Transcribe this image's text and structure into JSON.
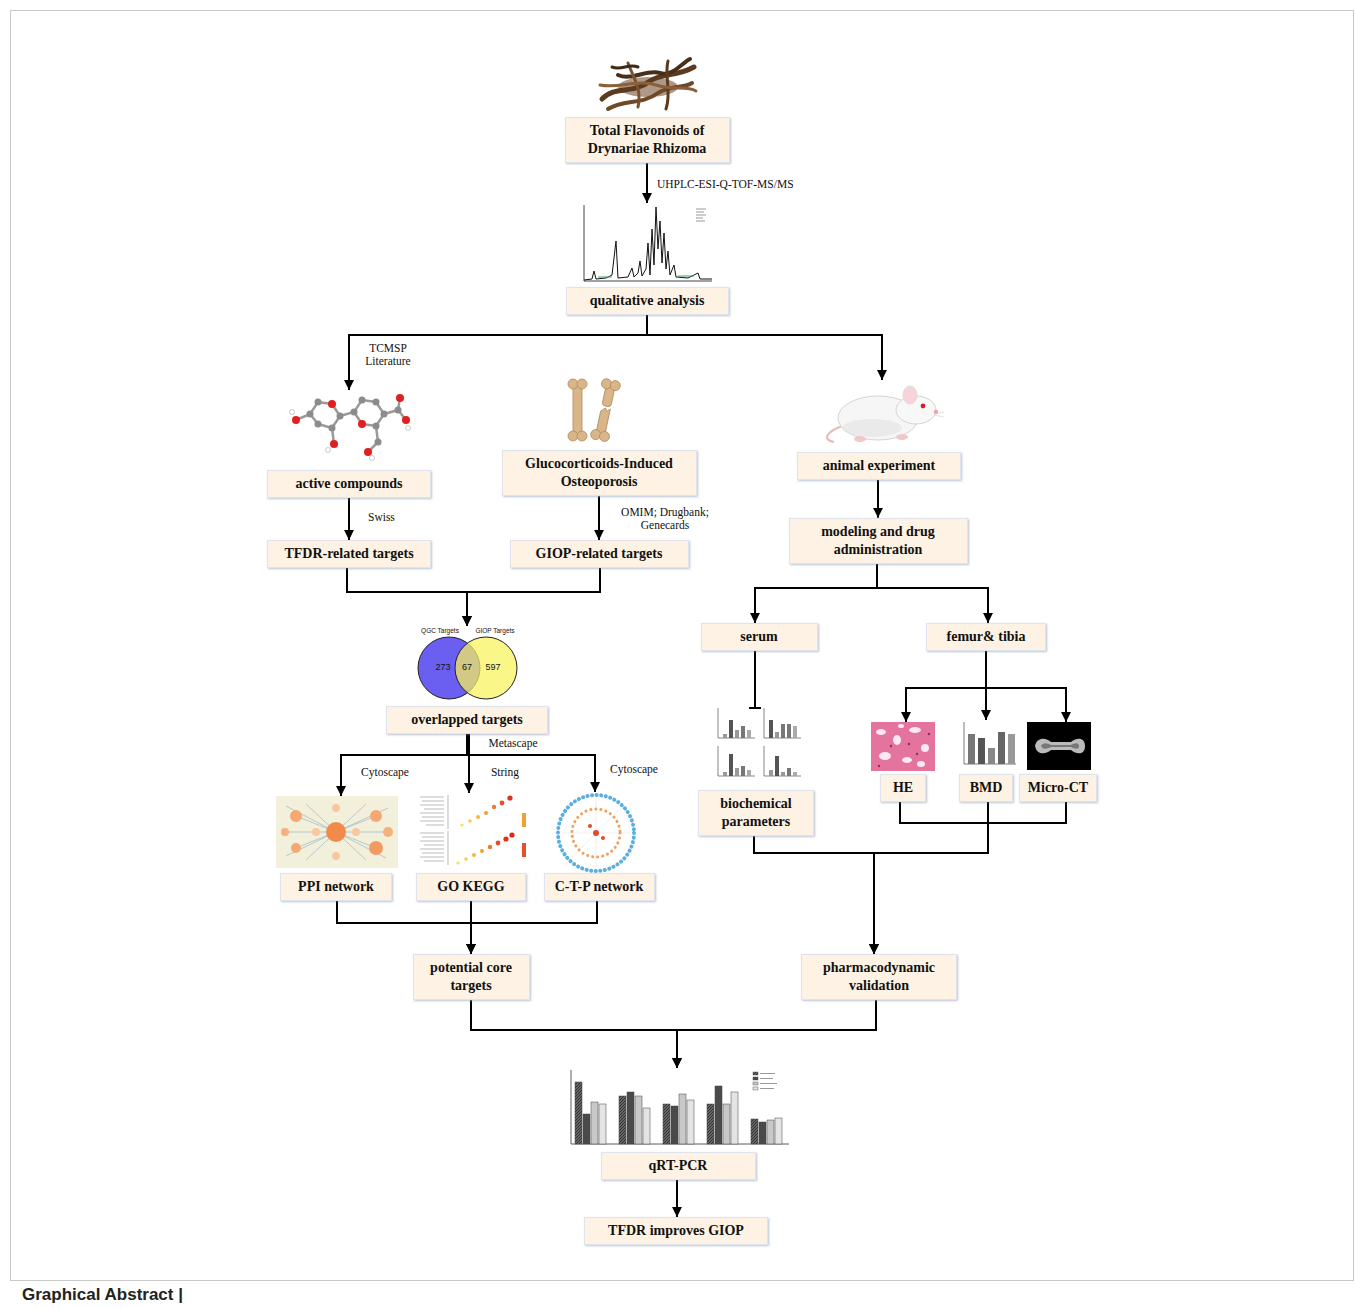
{
  "diagram": {
    "caption": "Graphical Abstract |",
    "nodes": [
      {
        "text": [
          "Total Flavonoids of Drynariae Rhizoma"
        ]
      },
      {
        "text": [
          "qualitative analysis"
        ]
      },
      {
        "text": [
          "active compounds"
        ]
      },
      {
        "text": [
          "Glucocorticoids-Induced Osteoporosis"
        ]
      },
      {
        "text": [
          "animal experiment"
        ]
      },
      {
        "text": [
          "TFDR-related targets"
        ]
      },
      {
        "text": [
          "GIOP-related targets"
        ]
      },
      {
        "text": [
          "modeling and drug administration"
        ]
      },
      {
        "text": [
          "overlapped targets"
        ]
      },
      {
        "text": [
          "serum"
        ]
      },
      {
        "text": [
          "femur& tibia"
        ]
      },
      {
        "text": [
          "PPI network"
        ]
      },
      {
        "text": [
          "GO KEGG"
        ]
      },
      {
        "text": [
          "C-T-P network"
        ]
      },
      {
        "text": [
          "biochemical parameters"
        ]
      },
      {
        "text": [
          "HE"
        ]
      },
      {
        "text": [
          "BMD"
        ]
      },
      {
        "text": [
          "Micro-CT"
        ]
      },
      {
        "text": [
          "potential core targets"
        ]
      },
      {
        "text": [
          "pharmacodynamic validation"
        ]
      },
      {
        "text": [
          "qRT-PCR"
        ]
      },
      {
        "text": [
          "TFDR improves GIOP"
        ]
      }
    ],
    "edges": [
      {
        "from": 0,
        "to": 1,
        "arrow": "to",
        "label": "UHPLC-ESI-Q-TOF-MS/MS"
      },
      {
        "from": 1,
        "to": 2,
        "arrow": "to",
        "label": "TCMSP Literature"
      },
      {
        "from": 1,
        "to": 4,
        "arrow": "to"
      },
      {
        "from": 2,
        "to": 5,
        "arrow": "to",
        "label": "Swiss"
      },
      {
        "from": 3,
        "to": 6,
        "arrow": "to",
        "label": "OMIM; Drugbank; Genecards"
      },
      {
        "from": 5,
        "to": 8,
        "arrow": "to"
      },
      {
        "from": 6,
        "to": 8,
        "arrow": "to"
      },
      {
        "from": 8,
        "to": 11,
        "arrow": "to",
        "label": "Cytoscape"
      },
      {
        "from": 8,
        "to": 12,
        "arrow": "to",
        "label": "String"
      },
      {
        "from": 8,
        "to": 13,
        "arrow": "to",
        "label": "Cytoscape"
      },
      {
        "from": 4,
        "to": 7,
        "arrow": "to"
      },
      {
        "from": 7,
        "to": 9,
        "arrow": "to"
      },
      {
        "from": 7,
        "to": 10,
        "arrow": "to"
      },
      {
        "from": 9,
        "to": 14,
        "arrow": "none"
      },
      {
        "from": 10,
        "to": 15,
        "arrow": "to"
      },
      {
        "from": 10,
        "to": 16,
        "arrow": "to"
      },
      {
        "from": 10,
        "to": 17,
        "arrow": "to"
      },
      {
        "from": 11,
        "to": 18,
        "arrow": "to"
      },
      {
        "from": 12,
        "to": 18,
        "arrow": "to"
      },
      {
        "from": 13,
        "to": 18,
        "arrow": "to"
      },
      {
        "from": 14,
        "to": 19,
        "arrow": "to"
      },
      {
        "from": 15,
        "to": 19,
        "arrow": "to"
      },
      {
        "from": 16,
        "to": 19,
        "arrow": "to"
      },
      {
        "from": 17,
        "to": 19,
        "arrow": "to"
      },
      {
        "from": 18,
        "to": 20,
        "arrow": "to"
      },
      {
        "from": 19,
        "to": 20,
        "arrow": "to"
      },
      {
        "from": 20,
        "to": 21,
        "arrow": "to"
      }
    ],
    "labels": [
      "Metascape",
      "QGC Targets",
      "GIOP Targets",
      "273",
      "67",
      "597"
    ]
  }
}
